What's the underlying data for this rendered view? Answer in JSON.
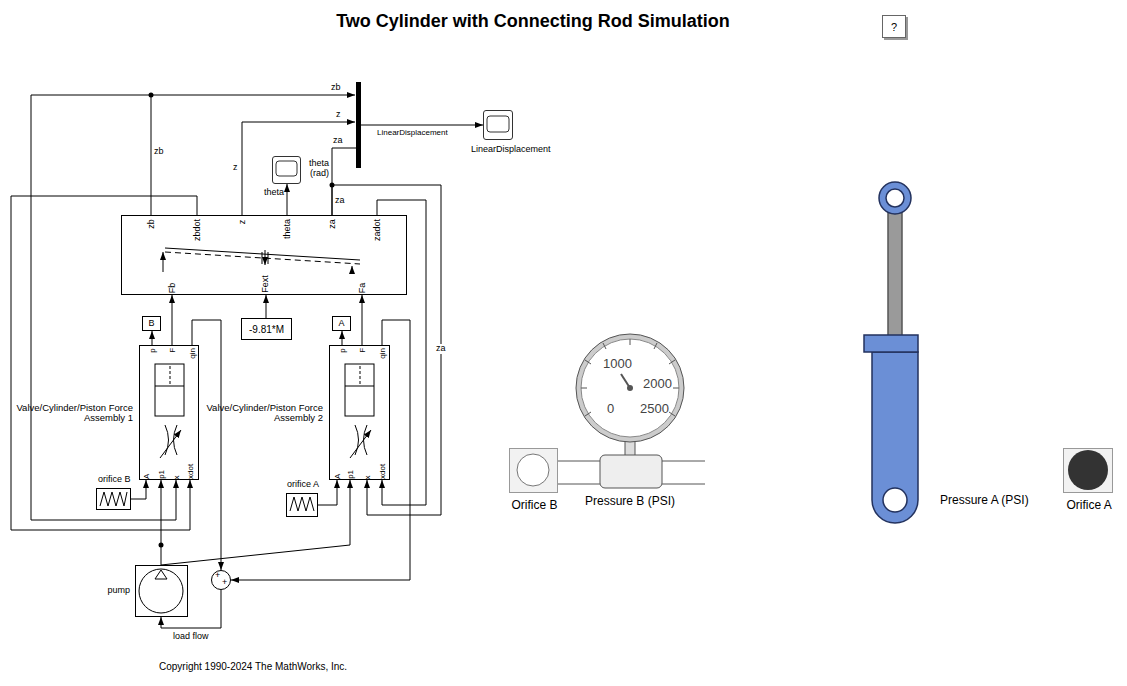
{
  "diagram": {
    "title": "Two Cylinder with Connecting Rod Simulation",
    "nodes": [
      {
        "text": [
          "?"
        ]
      },
      {
        "text": [
          "theta"
        ]
      },
      {
        "text": [
          "LinearDisplacement"
        ]
      },
      {
        "text": [
          "zb",
          "zbdot",
          "z",
          "theta",
          "za",
          "zadot",
          "Fb",
          "Fext",
          "Fa"
        ]
      },
      {
        "text": [
          "B"
        ]
      },
      {
        "text": [
          "-9.81*M"
        ]
      },
      {
        "text": [
          "A"
        ]
      },
      {
        "text": [
          "p",
          "F",
          "qin",
          "A",
          "p1",
          "x",
          "xdot",
          "Valve/Cylinder/Piston Force Assembly 1"
        ]
      },
      {
        "text": [
          "p",
          "F",
          "qin",
          "A",
          "p1",
          "x",
          "xdot",
          "Valve/Cylinder/Piston Force Assembly 2"
        ]
      },
      {
        "text": [
          "orifice B"
        ]
      },
      {
        "text": [
          "orifice A"
        ]
      },
      {
        "text": [
          "pump"
        ]
      },
      {
        "text": [
          "+",
          "+"
        ]
      },
      {
        "text": [
          "1000",
          "2000",
          "0",
          "2500",
          "Pressure B (PSI)"
        ]
      },
      {
        "text": [
          "Orifice B"
        ]
      },
      {
        "text": [
          "Pressure A (PSI)"
        ]
      },
      {
        "text": [
          "Orifice A"
        ]
      }
    ],
    "edges": [
      {
        "from": 3,
        "to": 1,
        "arrow": "to"
      },
      {
        "from": 3,
        "to": 2,
        "label": "LinearDisplacement",
        "arrow": "to"
      },
      {
        "from": 5,
        "to": 3,
        "arrow": "to"
      },
      {
        "from": 7,
        "to": 4,
        "arrow": "to"
      },
      {
        "from": 7,
        "to": 3,
        "arrow": "to"
      },
      {
        "from": 8,
        "to": 6,
        "arrow": "to"
      },
      {
        "from": 8,
        "to": 3,
        "arrow": "to"
      },
      {
        "from": 9,
        "to": 7,
        "arrow": "to"
      },
      {
        "from": 10,
        "to": 8,
        "arrow": "to"
      },
      {
        "from": 11,
        "to": 7,
        "arrow": "to"
      },
      {
        "from": 11,
        "to": 8,
        "arrow": "to"
      },
      {
        "from": 7,
        "to": 12,
        "arrow": "to"
      },
      {
        "from": 8,
        "to": 12,
        "arrow": "to"
      },
      {
        "from": 12,
        "to": 11,
        "label": "load flow",
        "arrow": "to"
      },
      {
        "from": 3,
        "to": 7,
        "arrow": "to"
      },
      {
        "from": 3,
        "to": 7,
        "arrow": "to"
      },
      {
        "from": 3,
        "to": 8,
        "label": "za",
        "arrow": "to"
      },
      {
        "from": 3,
        "to": 8,
        "arrow": "to"
      }
    ],
    "labels": [
      "zb",
      "z",
      "za",
      "zb",
      "z",
      "theta (rad)",
      "za",
      "Copyright 1990-2024 The MathWorks, Inc."
    ]
  }
}
